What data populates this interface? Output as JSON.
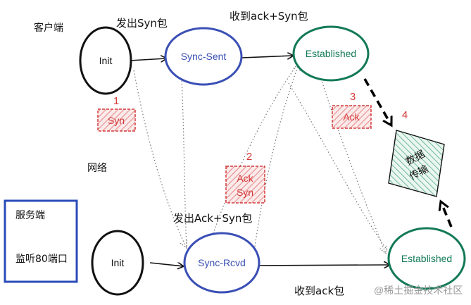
{
  "labels": {
    "client": "客户端",
    "send_syn": "发出Syn包",
    "recv_ack_syn": "收到ack+Syn包",
    "network": "网络",
    "server_title": "服务端",
    "server_port": "监听80端口",
    "send_ack_syn": "发出Ack+Syn包",
    "recv_ack": "收到ack包"
  },
  "nodes": {
    "client_init": "Init",
    "sync_sent": "Sync-Sent",
    "established_client": "Established",
    "server_init": "Init",
    "sync_rcvd": "Sync-Rcvd",
    "established_server": "Established"
  },
  "packets": {
    "p1": {
      "num": "1",
      "text": "Syn"
    },
    "p2": {
      "num": "2",
      "line1": "Ack",
      "line2": "Syn"
    },
    "p3": {
      "num": "3",
      "text": "Ack"
    },
    "p4": {
      "num": "4",
      "line1": "数据",
      "line2": "传输"
    }
  },
  "watermark": "@稀土掘金技术社区",
  "colors": {
    "black_node": "#111111",
    "blue_node": "#3a4fb5",
    "green_node": "#127a55",
    "packet_red": "#d43a3a",
    "data_green": "#2f8f6a",
    "server_box": "#2a4bb8"
  }
}
